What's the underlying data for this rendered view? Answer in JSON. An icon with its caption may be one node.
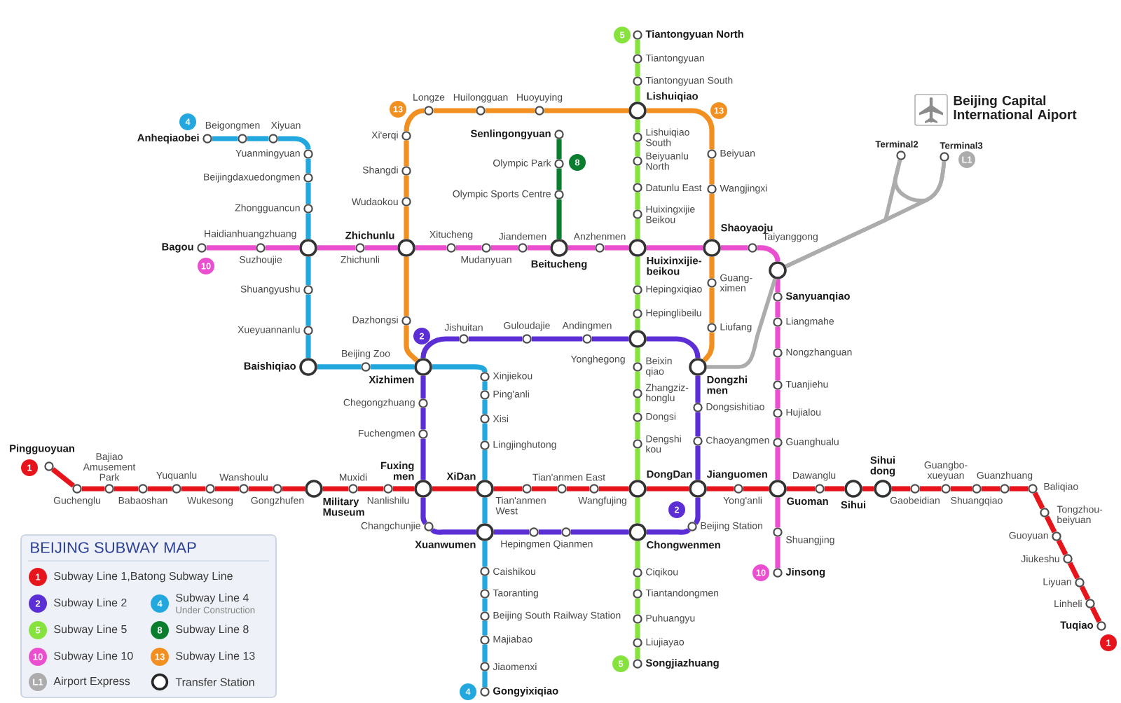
{
  "diagram": {
    "title": "BEIJING SUBWAY MAP",
    "nodes": [
      {
        "text": [
          "Pingguoyuan"
        ]
      },
      {
        "text": [
          "Guchenglu"
        ]
      },
      {
        "text": [
          "Bajiao Amusement Park"
        ]
      },
      {
        "text": [
          "Babaoshan"
        ]
      },
      {
        "text": [
          "Yuquanlu"
        ]
      },
      {
        "text": [
          "Wukesong"
        ]
      },
      {
        "text": [
          "Wanshoulu"
        ]
      },
      {
        "text": [
          "Gongzhufen"
        ]
      },
      {
        "text": [
          "Military Museum"
        ]
      },
      {
        "text": [
          "Muxidi"
        ]
      },
      {
        "text": [
          "Nanlishilu"
        ]
      },
      {
        "text": [
          "Fuxing men"
        ]
      },
      {
        "text": [
          "XiDan"
        ]
      },
      {
        "text": [
          "Tian'anmen West"
        ]
      },
      {
        "text": [
          "Tian'anmen East"
        ]
      },
      {
        "text": [
          "Wangfujing"
        ]
      },
      {
        "text": [
          "DongDan"
        ]
      },
      {
        "text": [
          "Jianguomen"
        ]
      },
      {
        "text": [
          "Yong'anli"
        ]
      },
      {
        "text": [
          "Guoman"
        ]
      },
      {
        "text": [
          "Dawanglu"
        ]
      },
      {
        "text": [
          "Sihui"
        ]
      },
      {
        "text": [
          "Sihui dong"
        ]
      },
      {
        "text": [
          "Gaobeidian"
        ]
      },
      {
        "text": [
          "Guangbo- xueyuan"
        ]
      },
      {
        "text": [
          "Shuangqiao"
        ]
      },
      {
        "text": [
          "Guanzhuang"
        ]
      },
      {
        "text": [
          "Baliqiao"
        ]
      },
      {
        "text": [
          "Tongzhou- beiyuan"
        ]
      },
      {
        "text": [
          "Guoyuan"
        ]
      },
      {
        "text": [
          "Jiukeshu"
        ]
      },
      {
        "text": [
          "Liyuan"
        ]
      },
      {
        "text": [
          "Linheli"
        ]
      },
      {
        "text": [
          "Tuqiao"
        ]
      },
      {
        "text": [
          "Xizhimen"
        ]
      },
      {
        "text": [
          "Jishuitan"
        ]
      },
      {
        "text": [
          "Guloudajie"
        ]
      },
      {
        "text": [
          "Andingmen"
        ]
      },
      {
        "text": [
          "Yonghegong"
        ]
      },
      {
        "text": [
          "Dongzhi men"
        ]
      },
      {
        "text": [
          "Dongsishitiao"
        ]
      },
      {
        "text": [
          "Chaoyangmen"
        ]
      },
      {
        "text": [
          "Beijing Station"
        ]
      },
      {
        "text": [
          "Chongwenmen"
        ]
      },
      {
        "text": [
          "Qianmen"
        ]
      },
      {
        "text": [
          "Hepingmen"
        ]
      },
      {
        "text": [
          "Xuanwumen"
        ]
      },
      {
        "text": [
          "Changchunjie"
        ]
      },
      {
        "text": [
          "Fuchengmen"
        ]
      },
      {
        "text": [
          "Chegongzhuang"
        ]
      },
      {
        "text": [
          "Anheqiaobei"
        ]
      },
      {
        "text": [
          "Beigongmen"
        ]
      },
      {
        "text": [
          "Xiyuan"
        ]
      },
      {
        "text": [
          "Yuanmingyuan"
        ]
      },
      {
        "text": [
          "Beijingdaxuedongmen"
        ]
      },
      {
        "text": [
          "Zhongguancun"
        ]
      },
      {
        "text": [
          "Haidianhuangzhuang"
        ]
      },
      {
        "text": [
          "Shuangyushu"
        ]
      },
      {
        "text": [
          "Xueyuannanlu"
        ]
      },
      {
        "text": [
          "Baishiqiao"
        ]
      },
      {
        "text": [
          "Beijing Zoo"
        ]
      },
      {
        "text": [
          "Xinjiekou"
        ]
      },
      {
        "text": [
          "Ping'anli"
        ]
      },
      {
        "text": [
          "Xisi"
        ]
      },
      {
        "text": [
          "Lingjinghutong"
        ]
      },
      {
        "text": [
          "Caishikou"
        ]
      },
      {
        "text": [
          "Taoranting"
        ]
      },
      {
        "text": [
          "Beijing South Railway Station"
        ]
      },
      {
        "text": [
          "Majiabao"
        ]
      },
      {
        "text": [
          "Jiaomenxi"
        ]
      },
      {
        "text": [
          "Gongyixiqiao"
        ]
      },
      {
        "text": [
          "Tiantongyuan North"
        ]
      },
      {
        "text": [
          "Tiantongyuan"
        ]
      },
      {
        "text": [
          "Tiantongyuan South"
        ]
      },
      {
        "text": [
          "Lishuiqiao"
        ]
      },
      {
        "text": [
          "Lishuiqiao South"
        ]
      },
      {
        "text": [
          "Beiyuanlu North"
        ]
      },
      {
        "text": [
          "Datunlu East"
        ]
      },
      {
        "text": [
          "Huixingxijie Beikou"
        ]
      },
      {
        "text": [
          "Huixinxijie- beikou"
        ]
      },
      {
        "text": [
          "Hepingxiqiao"
        ]
      },
      {
        "text": [
          "Hepinglibeilu"
        ]
      },
      {
        "text": [
          "Beixin qiao"
        ]
      },
      {
        "text": [
          "Zhangziz- honglu"
        ]
      },
      {
        "text": [
          "Dongsi"
        ]
      },
      {
        "text": [
          "Dengshi kou"
        ]
      },
      {
        "text": [
          "Ciqikou"
        ]
      },
      {
        "text": [
          "Tiantandongmen"
        ]
      },
      {
        "text": [
          "Puhuangyu"
        ]
      },
      {
        "text": [
          "Liujiayao"
        ]
      },
      {
        "text": [
          "Songjiazhuang"
        ]
      },
      {
        "text": [
          "Senlingongyuan"
        ]
      },
      {
        "text": [
          "Olympic Park"
        ]
      },
      {
        "text": [
          "Olympic Sports Centre"
        ]
      },
      {
        "text": [
          "Beitucheng"
        ]
      },
      {
        "text": [
          "Bagou"
        ]
      },
      {
        "text": [
          "Suzhoujie"
        ]
      },
      {
        "text": [
          "Zhichunli"
        ]
      },
      {
        "text": [
          "Zhichunlu"
        ]
      },
      {
        "text": [
          "Xitucheng"
        ]
      },
      {
        "text": [
          "Mudanyuan"
        ]
      },
      {
        "text": [
          "Jiandemen"
        ]
      },
      {
        "text": [
          "Anzhenmen"
        ]
      },
      {
        "text": [
          "Shaoyaoju"
        ]
      },
      {
        "text": [
          "Taiyanggong"
        ]
      },
      {
        "text": [],
        "shape": "circle"
      },
      {
        "text": [
          "Sanyuanqiao"
        ]
      },
      {
        "text": [
          "Liangmahe"
        ]
      },
      {
        "text": [
          "Nongzhanguan"
        ]
      },
      {
        "text": [
          "Tuanjiehu"
        ]
      },
      {
        "text": [
          "Hujialou"
        ]
      },
      {
        "text": [
          "Guanghualu"
        ]
      },
      {
        "text": [
          "Shuangjing"
        ]
      },
      {
        "text": [
          "Jinsong"
        ]
      },
      {
        "text": [
          "Dazhongsi"
        ]
      },
      {
        "text": [
          "Wudaokou"
        ]
      },
      {
        "text": [
          "Shangdi"
        ]
      },
      {
        "text": [
          "Xi'erqi"
        ]
      },
      {
        "text": [
          "Longze"
        ]
      },
      {
        "text": [
          "Huilongguan"
        ]
      },
      {
        "text": [
          "Huoyuying"
        ]
      },
      {
        "text": [
          "Beiyuan"
        ]
      },
      {
        "text": [
          "Wangjingxi"
        ]
      },
      {
        "text": [
          "Guang- ximen"
        ]
      },
      {
        "text": [
          "Liufang"
        ]
      },
      {
        "text": [
          "Terminal2"
        ]
      },
      {
        "text": [
          "Terminal3"
        ]
      }
    ],
    "edges": [
      {
        "from": 0,
        "to": 1,
        "arrow": "none",
        "color": "#e8141c"
      },
      {
        "from": 1,
        "to": 2,
        "arrow": "none",
        "color": "#e8141c"
      },
      {
        "from": 2,
        "to": 3,
        "arrow": "none",
        "color": "#e8141c"
      },
      {
        "from": 3,
        "to": 4,
        "arrow": "none",
        "color": "#e8141c"
      },
      {
        "from": 4,
        "to": 5,
        "arrow": "none",
        "color": "#e8141c"
      },
      {
        "from": 5,
        "to": 6,
        "arrow": "none",
        "color": "#e8141c"
      },
      {
        "from": 6,
        "to": 7,
        "arrow": "none",
        "color": "#e8141c"
      },
      {
        "from": 7,
        "to": 8,
        "arrow": "none",
        "color": "#e8141c"
      },
      {
        "from": 8,
        "to": 9,
        "arrow": "none",
        "color": "#e8141c"
      },
      {
        "from": 9,
        "to": 10,
        "arrow": "none",
        "color": "#e8141c"
      },
      {
        "from": 10,
        "to": 11,
        "arrow": "none",
        "color": "#e8141c"
      },
      {
        "from": 11,
        "to": 12,
        "arrow": "none",
        "color": "#e8141c"
      },
      {
        "from": 12,
        "to": 13,
        "arrow": "none",
        "color": "#e8141c"
      },
      {
        "from": 13,
        "to": 14,
        "arrow": "none",
        "color": "#e8141c"
      },
      {
        "from": 14,
        "to": 15,
        "arrow": "none",
        "color": "#e8141c"
      },
      {
        "from": 15,
        "to": 16,
        "arrow": "none",
        "color": "#e8141c"
      },
      {
        "from": 16,
        "to": 17,
        "arrow": "none",
        "color": "#e8141c"
      },
      {
        "from": 17,
        "to": 18,
        "arrow": "none",
        "color": "#e8141c"
      },
      {
        "from": 18,
        "to": 19,
        "arrow": "none",
        "color": "#e8141c"
      },
      {
        "from": 19,
        "to": 20,
        "arrow": "none",
        "color": "#e8141c"
      },
      {
        "from": 20,
        "to": 21,
        "arrow": "none",
        "color": "#e8141c"
      },
      {
        "from": 21,
        "to": 22,
        "arrow": "none",
        "color": "#e8141c"
      },
      {
        "from": 22,
        "to": 23,
        "arrow": "none",
        "color": "#e8141c"
      },
      {
        "from": 23,
        "to": 24,
        "arrow": "none",
        "color": "#e8141c"
      },
      {
        "from": 24,
        "to": 25,
        "arrow": "none",
        "color": "#e8141c"
      },
      {
        "from": 25,
        "to": 26,
        "arrow": "none",
        "color": "#e8141c"
      },
      {
        "from": 26,
        "to": 27,
        "arrow": "none",
        "color": "#e8141c"
      },
      {
        "from": 27,
        "to": 28,
        "arrow": "none",
        "color": "#e8141c"
      },
      {
        "from": 28,
        "to": 29,
        "arrow": "none",
        "color": "#e8141c"
      },
      {
        "from": 29,
        "to": 30,
        "arrow": "none",
        "color": "#e8141c"
      },
      {
        "from": 30,
        "to": 31,
        "arrow": "none",
        "color": "#e8141c"
      },
      {
        "from": 31,
        "to": 32,
        "arrow": "none",
        "color": "#e8141c"
      },
      {
        "from": 32,
        "to": 33,
        "arrow": "none",
        "color": "#e8141c"
      },
      {
        "from": 34,
        "to": 35,
        "arrow": "none",
        "color": "#5b2ed6"
      },
      {
        "from": 35,
        "to": 36,
        "arrow": "none",
        "color": "#5b2ed6"
      },
      {
        "from": 36,
        "to": 37,
        "arrow": "none",
        "color": "#5b2ed6"
      },
      {
        "from": 37,
        "to": 38,
        "arrow": "none",
        "color": "#5b2ed6"
      },
      {
        "from": 38,
        "to": 39,
        "arrow": "none",
        "color": "#5b2ed6"
      },
      {
        "from": 39,
        "to": 40,
        "arrow": "none",
        "color": "#5b2ed6"
      },
      {
        "from": 40,
        "to": 41,
        "arrow": "none",
        "color": "#5b2ed6"
      },
      {
        "from": 41,
        "to": 17,
        "arrow": "none",
        "color": "#5b2ed6"
      },
      {
        "from": 17,
        "to": 42,
        "arrow": "none",
        "color": "#5b2ed6"
      },
      {
        "from": 42,
        "to": 43,
        "arrow": "none",
        "color": "#5b2ed6"
      },
      {
        "from": 43,
        "to": 44,
        "arrow": "none",
        "color": "#5b2ed6"
      },
      {
        "from": 44,
        "to": 45,
        "arrow": "none",
        "color": "#5b2ed6"
      },
      {
        "from": 45,
        "to": 46,
        "arrow": "none",
        "color": "#5b2ed6"
      },
      {
        "from": 46,
        "to": 47,
        "arrow": "none",
        "color": "#5b2ed6"
      },
      {
        "from": 47,
        "to": 11,
        "arrow": "none",
        "color": "#5b2ed6"
      },
      {
        "from": 11,
        "to": 48,
        "arrow": "none",
        "color": "#5b2ed6"
      },
      {
        "from": 48,
        "to": 49,
        "arrow": "none",
        "color": "#5b2ed6"
      },
      {
        "from": 49,
        "to": 34,
        "arrow": "none",
        "color": "#5b2ed6"
      },
      {
        "from": 50,
        "to": 51,
        "arrow": "none",
        "color": "#22a7df"
      },
      {
        "from": 51,
        "to": 52,
        "arrow": "none",
        "color": "#22a7df"
      },
      {
        "from": 52,
        "to": 53,
        "arrow": "none",
        "color": "#22a7df"
      },
      {
        "from": 53,
        "to": 54,
        "arrow": "none",
        "color": "#22a7df"
      },
      {
        "from": 54,
        "to": 55,
        "arrow": "none",
        "color": "#22a7df"
      },
      {
        "from": 55,
        "to": 56,
        "arrow": "none",
        "color": "#22a7df"
      },
      {
        "from": 56,
        "to": 57,
        "arrow": "none",
        "color": "#22a7df"
      },
      {
        "from": 57,
        "to": 58,
        "arrow": "none",
        "color": "#22a7df"
      },
      {
        "from": 58,
        "to": 59,
        "arrow": "none",
        "color": "#22a7df"
      },
      {
        "from": 59,
        "to": 60,
        "arrow": "none",
        "color": "#22a7df"
      },
      {
        "from": 60,
        "to": 34,
        "arrow": "none",
        "color": "#22a7df"
      },
      {
        "from": 34,
        "to": 61,
        "arrow": "none",
        "color": "#22a7df"
      },
      {
        "from": 61,
        "to": 62,
        "arrow": "none",
        "color": "#22a7df"
      },
      {
        "from": 62,
        "to": 63,
        "arrow": "none",
        "color": "#22a7df"
      },
      {
        "from": 63,
        "to": 64,
        "arrow": "none",
        "color": "#22a7df"
      },
      {
        "from": 64,
        "to": 12,
        "arrow": "none",
        "color": "#22a7df"
      },
      {
        "from": 12,
        "to": 46,
        "arrow": "none",
        "color": "#22a7df"
      },
      {
        "from": 46,
        "to": 65,
        "arrow": "none",
        "color": "#22a7df"
      },
      {
        "from": 65,
        "to": 66,
        "arrow": "none",
        "color": "#22a7df"
      },
      {
        "from": 66,
        "to": 67,
        "arrow": "none",
        "color": "#22a7df"
      },
      {
        "from": 67,
        "to": 68,
        "arrow": "none",
        "color": "#22a7df"
      },
      {
        "from": 68,
        "to": 69,
        "arrow": "none",
        "color": "#22a7df"
      },
      {
        "from": 69,
        "to": 70,
        "arrow": "none",
        "color": "#22a7df"
      },
      {
        "from": 71,
        "to": 72,
        "arrow": "none",
        "color": "#86e23c"
      },
      {
        "from": 72,
        "to": 73,
        "arrow": "none",
        "color": "#86e23c"
      },
      {
        "from": 73,
        "to": 74,
        "arrow": "none",
        "color": "#86e23c"
      },
      {
        "from": 74,
        "to": 75,
        "arrow": "none",
        "color": "#86e23c"
      },
      {
        "from": 75,
        "to": 76,
        "arrow": "none",
        "color": "#86e23c"
      },
      {
        "from": 76,
        "to": 77,
        "arrow": "none",
        "color": "#86e23c"
      },
      {
        "from": 77,
        "to": 78,
        "arrow": "none",
        "color": "#86e23c"
      },
      {
        "from": 78,
        "to": 79,
        "arrow": "none",
        "color": "#86e23c"
      },
      {
        "from": 79,
        "to": 80,
        "arrow": "none",
        "color": "#86e23c"
      },
      {
        "from": 80,
        "to": 81,
        "arrow": "none",
        "color": "#86e23c"
      },
      {
        "from": 81,
        "to": 38,
        "arrow": "none",
        "color": "#86e23c"
      },
      {
        "from": 38,
        "to": 82,
        "arrow": "none",
        "color": "#86e23c"
      },
      {
        "from": 82,
        "to": 83,
        "arrow": "none",
        "color": "#86e23c"
      },
      {
        "from": 83,
        "to": 84,
        "arrow": "none",
        "color": "#86e23c"
      },
      {
        "from": 84,
        "to": 85,
        "arrow": "none",
        "color": "#86e23c"
      },
      {
        "from": 85,
        "to": 16,
        "arrow": "none",
        "color": "#86e23c"
      },
      {
        "from": 16,
        "to": 43,
        "arrow": "none",
        "color": "#86e23c"
      },
      {
        "from": 43,
        "to": 86,
        "arrow": "none",
        "color": "#86e23c"
      },
      {
        "from": 86,
        "to": 87,
        "arrow": "none",
        "color": "#86e23c"
      },
      {
        "from": 87,
        "to": 88,
        "arrow": "none",
        "color": "#86e23c"
      },
      {
        "from": 88,
        "to": 89,
        "arrow": "none",
        "color": "#86e23c"
      },
      {
        "from": 89,
        "to": 90,
        "arrow": "none",
        "color": "#86e23c"
      },
      {
        "from": 91,
        "to": 92,
        "arrow": "none",
        "color": "#0b7d2f"
      },
      {
        "from": 92,
        "to": 93,
        "arrow": "none",
        "color": "#0b7d2f"
      },
      {
        "from": 93,
        "to": 94,
        "arrow": "none",
        "color": "#0b7d2f"
      },
      {
        "from": 95,
        "to": 96,
        "arrow": "none",
        "color": "#ea4fd0"
      },
      {
        "from": 96,
        "to": 56,
        "arrow": "none",
        "color": "#ea4fd0"
      },
      {
        "from": 56,
        "to": 97,
        "arrow": "none",
        "color": "#ea4fd0"
      },
      {
        "from": 97,
        "to": 98,
        "arrow": "none",
        "color": "#ea4fd0"
      },
      {
        "from": 98,
        "to": 99,
        "arrow": "none",
        "color": "#ea4fd0"
      },
      {
        "from": 99,
        "to": 100,
        "arrow": "none",
        "color": "#ea4fd0"
      },
      {
        "from": 100,
        "to": 101,
        "arrow": "none",
        "color": "#ea4fd0"
      },
      {
        "from": 101,
        "to": 94,
        "arrow": "none",
        "color": "#ea4fd0"
      },
      {
        "from": 94,
        "to": 102,
        "arrow": "none",
        "color": "#ea4fd0"
      },
      {
        "from": 102,
        "to": 79,
        "arrow": "none",
        "color": "#ea4fd0"
      },
      {
        "from": 79,
        "to": 103,
        "arrow": "none",
        "color": "#ea4fd0"
      },
      {
        "from": 103,
        "to": 104,
        "arrow": "none",
        "color": "#ea4fd0"
      },
      {
        "from": 104,
        "to": 105,
        "arrow": "none",
        "color": "#ea4fd0"
      },
      {
        "from": 105,
        "to": 106,
        "arrow": "none",
        "color": "#ea4fd0"
      },
      {
        "from": 106,
        "to": 107,
        "arrow": "none",
        "color": "#ea4fd0"
      },
      {
        "from": 107,
        "to": 108,
        "arrow": "none",
        "color": "#ea4fd0"
      },
      {
        "from": 108,
        "to": 109,
        "arrow": "none",
        "color": "#ea4fd0"
      },
      {
        "from": 109,
        "to": 110,
        "arrow": "none",
        "color": "#ea4fd0"
      },
      {
        "from": 110,
        "to": 111,
        "arrow": "none",
        "color": "#ea4fd0"
      },
      {
        "from": 111,
        "to": 19,
        "arrow": "none",
        "color": "#ea4fd0"
      },
      {
        "from": 19,
        "to": 112,
        "arrow": "none",
        "color": "#ea4fd0"
      },
      {
        "from": 112,
        "to": 113,
        "arrow": "none",
        "color": "#ea4fd0"
      },
      {
        "from": 34,
        "to": 114,
        "arrow": "none",
        "color": "#f19020"
      },
      {
        "from": 114,
        "to": 98,
        "arrow": "none",
        "color": "#f19020"
      },
      {
        "from": 98,
        "to": 115,
        "arrow": "none",
        "color": "#f19020"
      },
      {
        "from": 115,
        "to": 116,
        "arrow": "none",
        "color": "#f19020"
      },
      {
        "from": 116,
        "to": 117,
        "arrow": "none",
        "color": "#f19020"
      },
      {
        "from": 117,
        "to": 118,
        "arrow": "none",
        "color": "#f19020"
      },
      {
        "from": 118,
        "to": 119,
        "arrow": "none",
        "color": "#f19020"
      },
      {
        "from": 119,
        "to": 120,
        "arrow": "none",
        "color": "#f19020"
      },
      {
        "from": 120,
        "to": 74,
        "arrow": "none",
        "color": "#f19020"
      },
      {
        "from": 74,
        "to": 121,
        "arrow": "none",
        "color": "#f19020"
      },
      {
        "from": 121,
        "to": 122,
        "arrow": "none",
        "color": "#f19020"
      },
      {
        "from": 122,
        "to": 103,
        "arrow": "none",
        "color": "#f19020"
      },
      {
        "from": 103,
        "to": 123,
        "arrow": "none",
        "color": "#f19020"
      },
      {
        "from": 123,
        "to": 124,
        "arrow": "none",
        "color": "#f19020"
      },
      {
        "from": 124,
        "to": 39,
        "arrow": "none",
        "color": "#f19020"
      },
      {
        "from": 39,
        "to": 105,
        "arrow": "none",
        "color": "#acacac"
      },
      {
        "from": 105,
        "to": 125,
        "arrow": "none",
        "color": "#acacac"
      },
      {
        "from": 105,
        "to": 126,
        "arrow": "none",
        "color": "#acacac"
      },
      {
        "from": 126,
        "to": 125,
        "arrow": "none",
        "color": "#acacac"
      }
    ],
    "labels": [
      "Beijing Capital International Aiport",
      "5",
      "13",
      "13",
      "4",
      "8",
      "L1",
      "10",
      "2",
      "1",
      "2",
      "10",
      "1",
      "5",
      "4",
      "1",
      "2",
      "4",
      "Under Construction",
      "5",
      "8",
      "10",
      "13",
      "L1"
    ],
    "legend": [
      {
        "text": "Subway Line 1,Batong Subway Line",
        "color": "#e8141c"
      },
      {
        "text": "Subway Line 2",
        "color": "#5b2ed6"
      },
      {
        "text": "Subway Line 4",
        "color": "#22a7df"
      },
      {
        "text": "Subway Line 5",
        "color": "#86e23c"
      },
      {
        "text": "Subway Line 8",
        "color": "#0b7d2f"
      },
      {
        "text": "Subway Line 10",
        "color": "#ea4fd0"
      },
      {
        "text": "Subway Line 13",
        "color": "#f19020"
      },
      {
        "text": "Airport Express",
        "color": "#acacac"
      },
      {
        "text": "Transfer Station"
      }
    ]
  }
}
